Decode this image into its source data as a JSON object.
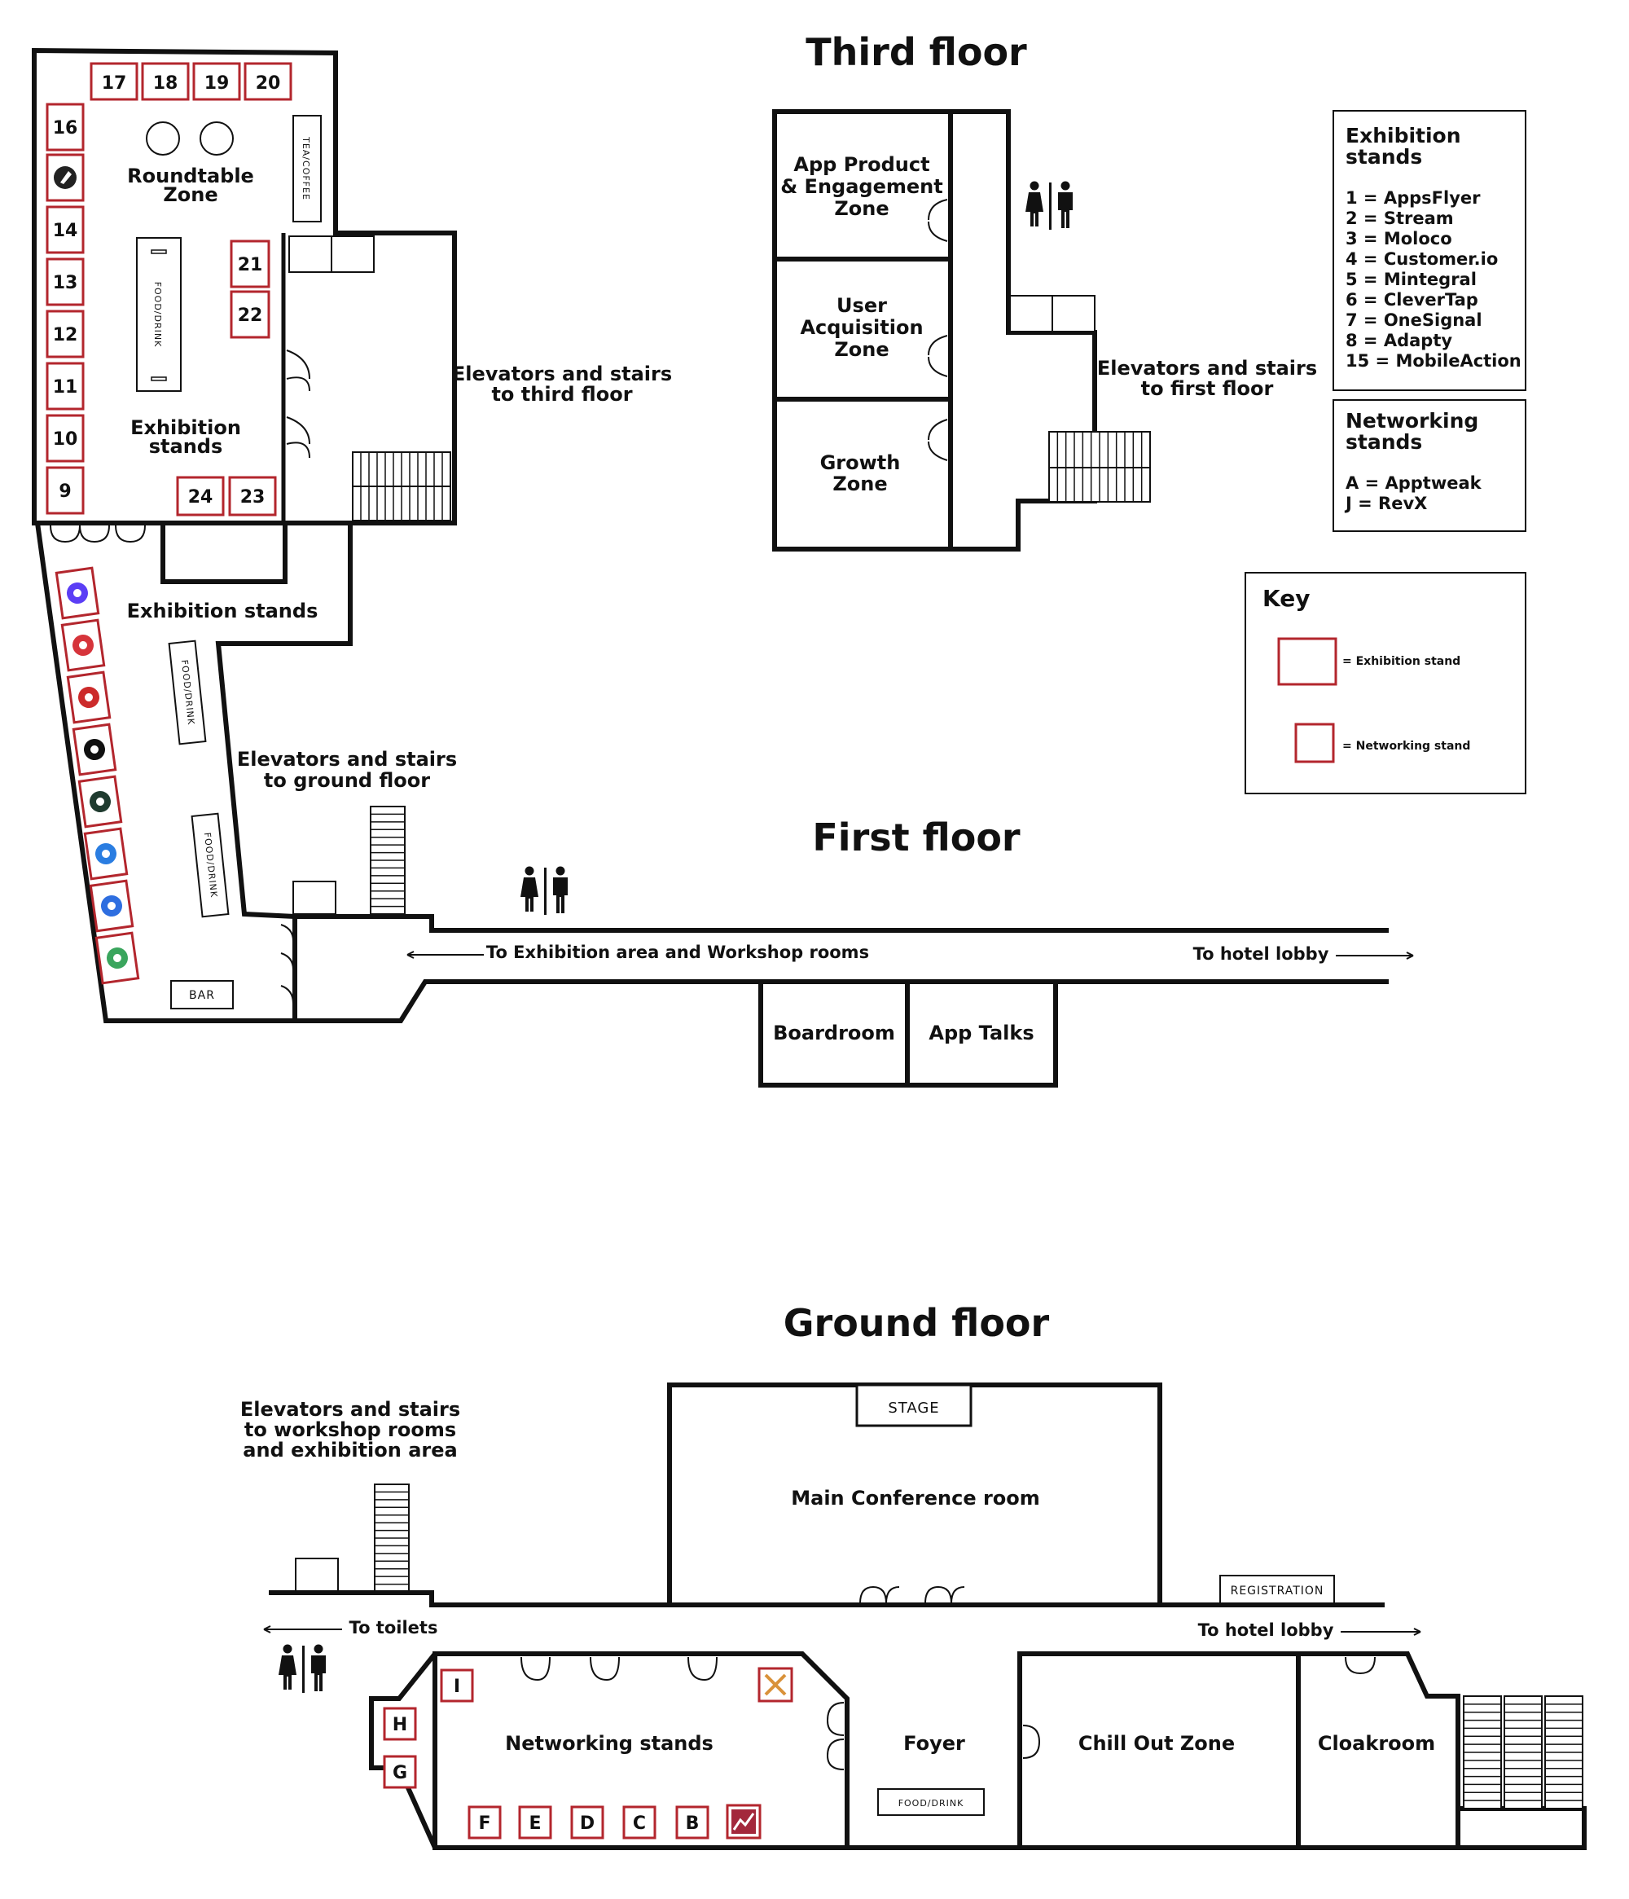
{
  "colors": {
    "wall": "#111111",
    "stand_border": "#b3262d",
    "background": "#ffffff"
  },
  "titles": {
    "third_floor": "Third floor",
    "first_floor": "First floor",
    "ground_floor": "Ground floor"
  },
  "third_floor": {
    "zones": {
      "app_product": [
        "App Product",
        "& Engagement",
        "Zone"
      ],
      "user_acquisition": [
        "User",
        "Acquisition",
        "Zone"
      ],
      "growth": [
        "Growth",
        "Zone"
      ]
    },
    "elevators": [
      "Elevators and stairs",
      "to first floor"
    ],
    "restroom_icon": "restroom-icon"
  },
  "exhibition_area": {
    "stands_top": [
      "17",
      "18",
      "19",
      "20"
    ],
    "stands_left": [
      "16",
      "15-logo",
      "14",
      "13",
      "12",
      "11",
      "10",
      "9"
    ],
    "stands_mid": [
      "21",
      "22"
    ],
    "stands_bottom": [
      "24",
      "23"
    ],
    "roundtable": [
      "Roundtable",
      "Zone"
    ],
    "exhibition_stands": [
      "Exhibition",
      "stands"
    ],
    "tea_coffee": "TEA/COFFEE",
    "food_drink": "FOOD/DRINK",
    "elevators_third": [
      "Elevators and stairs",
      "to third floor"
    ],
    "corridor_label": "Exhibition stands",
    "corridor_logos": [
      "appsflyer-logo-icon",
      "stream-logo-icon",
      "moloco-logo-icon",
      "mintegral-logo-icon",
      "clevertap-logo-icon",
      "customer-io-logo-icon",
      "onesignal-logo-icon",
      "adapty-logo-icon"
    ],
    "bar": "BAR",
    "elevators_ground": [
      "Elevators and stairs",
      "to ground floor"
    ]
  },
  "first_floor": {
    "to_exhibition": "To Exhibition area and Workshop rooms",
    "to_lobby": "To hotel lobby",
    "boardroom": "Boardroom",
    "app_talks": "App Talks"
  },
  "legend": {
    "exhibition": {
      "title": [
        "Exhibition",
        "stands"
      ],
      "items": [
        "1 = AppsFlyer",
        "2 = Stream",
        "3 = Moloco",
        "4 = Customer.io",
        "5 = Mintegral",
        "6 = CleverTap",
        "7 = OneSignal",
        "8 = Adapty",
        "15 = MobileAction"
      ]
    },
    "networking": {
      "title": [
        "Networking",
        "stands"
      ],
      "items": [
        "A = Apptweak",
        "J = RevX"
      ]
    },
    "key": {
      "title": "Key",
      "exhibition": "= Exhibition stand",
      "networking": "= Networking stand"
    }
  },
  "ground_floor": {
    "elevators": [
      "Elevators and stairs",
      "to workshop rooms",
      "and exhibition area"
    ],
    "stage": "STAGE",
    "main_conf": "Main Conference room",
    "registration": "REGISTRATION",
    "to_toilets": "To toilets",
    "to_lobby": "To hotel lobby",
    "networking_label": "Networking stands",
    "networking_stands_left": [
      "I",
      "H",
      "G"
    ],
    "networking_stands_bottom": [
      "F",
      "E",
      "D",
      "C",
      "B"
    ],
    "foyer": "Foyer",
    "food_drink": "FOOD/DRINK",
    "chill_out": "Chill Out Zone",
    "cloakroom": "Cloakroom"
  }
}
